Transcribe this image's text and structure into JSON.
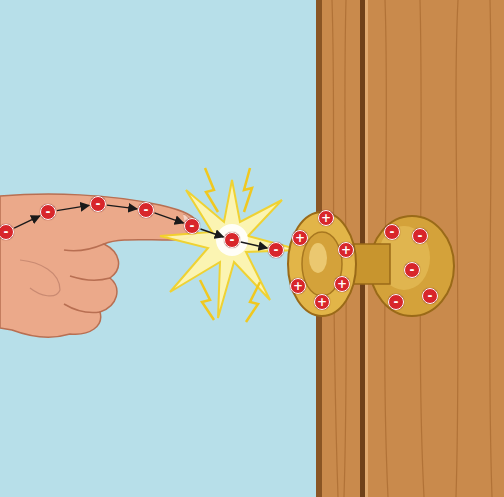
{
  "diagram": {
    "nodes": [
      {
        "text": [
          "-"
        ]
      },
      {
        "text": [
          "-"
        ]
      },
      {
        "text": [
          "-"
        ]
      },
      {
        "text": [
          "-"
        ]
      },
      {
        "text": [
          "-"
        ]
      },
      {
        "text": [
          "-"
        ]
      },
      {
        "text": [
          "-"
        ]
      },
      {
        "text": [
          "+"
        ]
      },
      {
        "text": [
          "+"
        ]
      },
      {
        "text": [
          "+"
        ]
      },
      {
        "text": [
          "+"
        ]
      },
      {
        "text": [
          "+"
        ]
      },
      {
        "text": [
          "+"
        ]
      },
      {
        "text": [
          "-"
        ]
      },
      {
        "text": [
          "-"
        ]
      },
      {
        "text": [
          "-"
        ]
      },
      {
        "text": [
          "-"
        ]
      },
      {
        "text": [
          "-"
        ]
      }
    ],
    "edges": [
      {
        "from": 0,
        "to": 1,
        "arrow": "to"
      },
      {
        "from": 1,
        "to": 2,
        "arrow": "to"
      },
      {
        "from": 2,
        "to": 3,
        "arrow": "to"
      },
      {
        "from": 3,
        "to": 4,
        "arrow": "to"
      },
      {
        "from": 4,
        "to": 5,
        "arrow": "to"
      },
      {
        "from": 5,
        "to": 6,
        "arrow": "to"
      }
    ]
  }
}
